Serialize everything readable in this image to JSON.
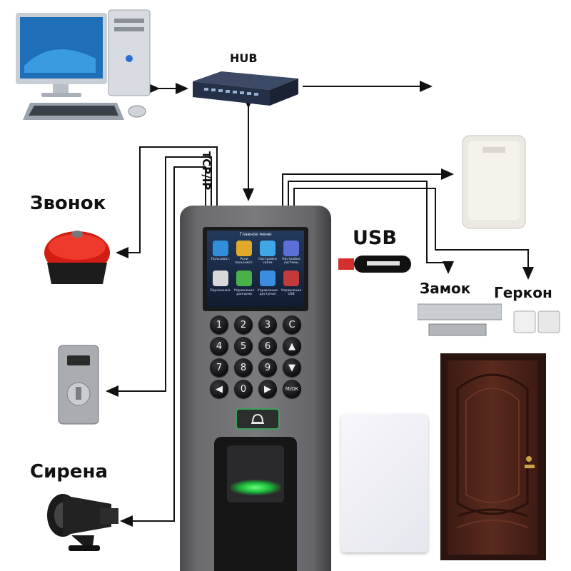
{
  "labels": {
    "hub": "HUB",
    "tcpip": "TCP/IP",
    "usb": "USB",
    "bell": "Звонок",
    "siren": "Сирена",
    "lock": "Замок",
    "reed": "Геркон"
  },
  "screen": {
    "title": "Главное меню",
    "tiles": [
      "Пользоват.",
      "Роли пользоват.",
      "Настройки связи",
      "Настройки системы",
      "Персонализ.",
      "Управление данными",
      "Управление доступом",
      "Управление USB"
    ]
  },
  "keypad": {
    "keys": [
      "1",
      "2",
      "3",
      "C",
      "4",
      "5",
      "6",
      "▲",
      "7",
      "8",
      "9",
      "▼",
      "◀",
      "0",
      "▶",
      "M/OK"
    ]
  },
  "icons": {
    "computer": "computer-icon",
    "hub": "network-hub-icon",
    "bell": "bell-icon",
    "exit_button": "exit-button-icon",
    "siren": "siren-icon",
    "usb": "usb-drive-icon",
    "card_reader": "card-reader-icon",
    "magnetic_lock": "magnetic-lock-icon",
    "reed_switch": "reed-switch-icon",
    "door": "door-icon",
    "rfid_card": "rfid-card-icon"
  },
  "colors": {
    "line": "#111111",
    "led_green": "#3fd45a",
    "bell_red": "#d21d14",
    "door_brown": "#4a2217"
  }
}
